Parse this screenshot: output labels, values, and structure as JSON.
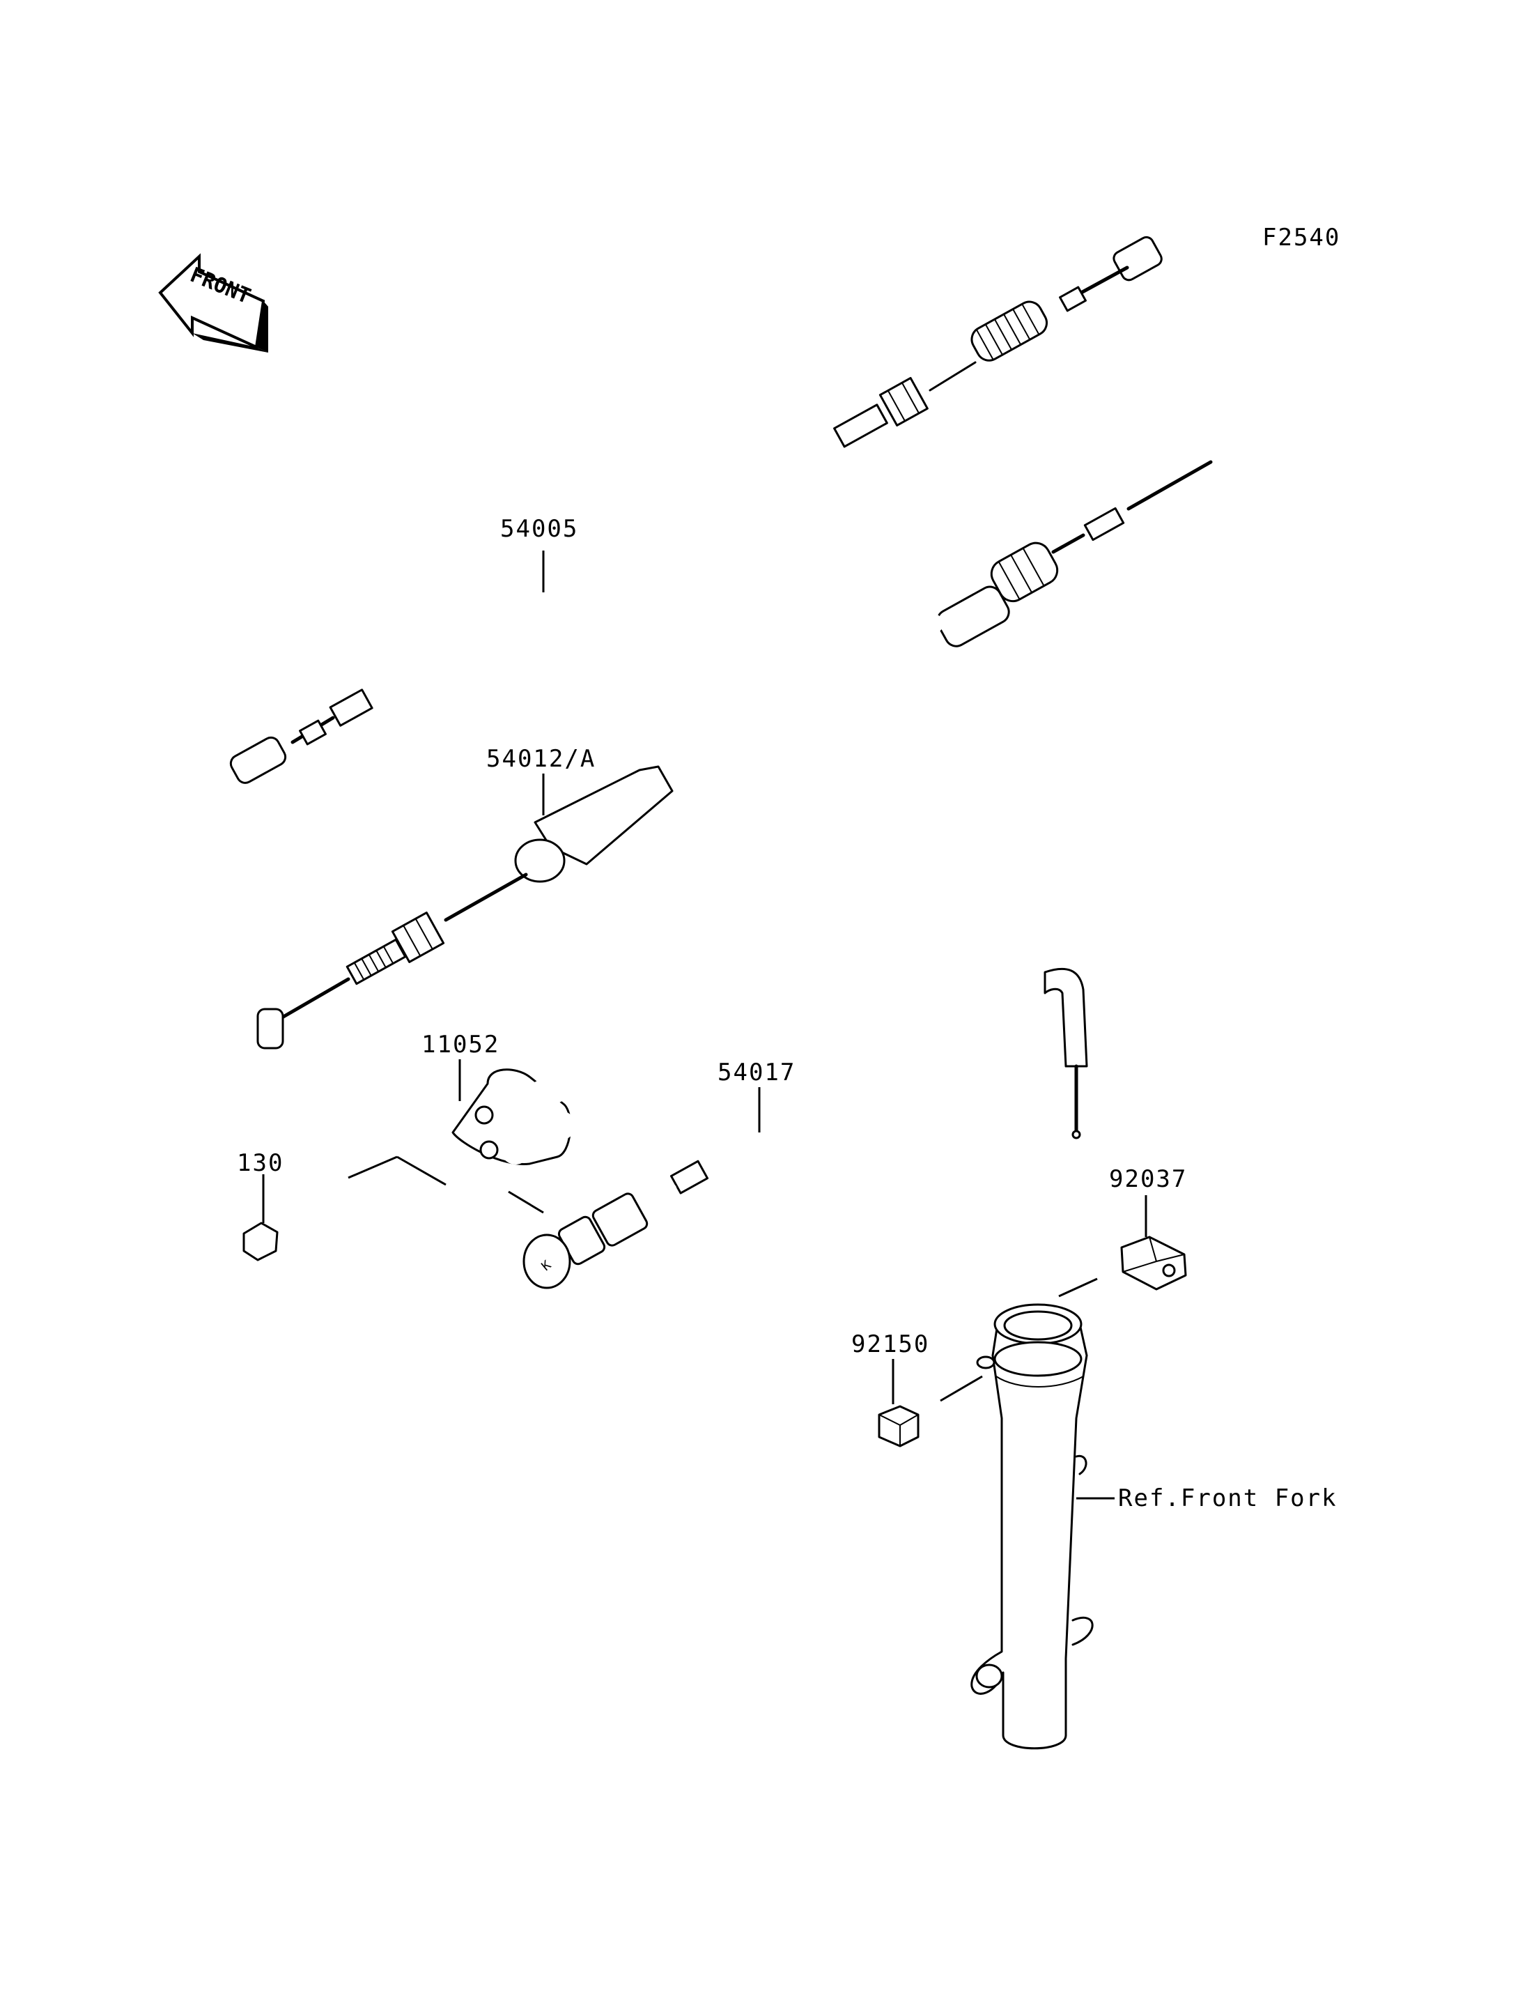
{
  "figure_code": "F2540",
  "front_arrow_text": "FRONT",
  "callouts": {
    "clutch_cable": "54005",
    "throttle_cable": "54012/A",
    "speedo_cable": "54017",
    "bracket": "11052",
    "bolt": "130",
    "clamp": "92037",
    "clamp_bolt": "92150",
    "front_fork_ref": "Ref.Front Fork"
  }
}
